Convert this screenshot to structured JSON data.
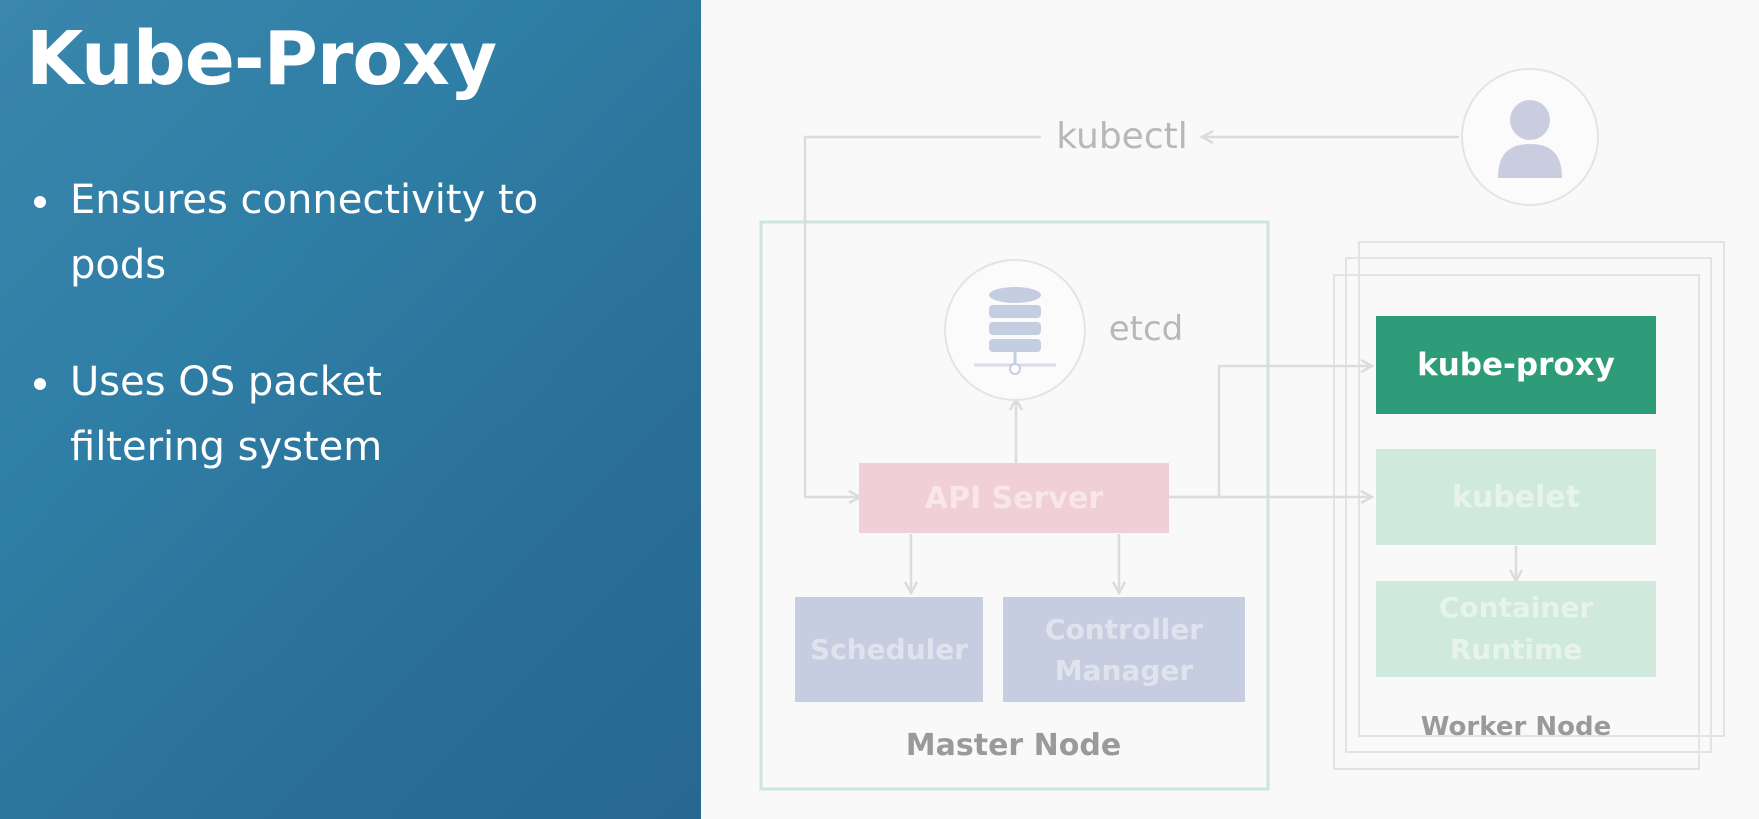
{
  "slide": {
    "title": "Kube-Proxy",
    "bullets": [
      "Ensures connectivity to pods",
      "Uses OS packet filtering system"
    ]
  },
  "diagram": {
    "kubectl_label": "kubectl",
    "etcd_label": "etcd",
    "master_node": {
      "label": "Master Node",
      "api_server": "API Server",
      "scheduler": "Scheduler",
      "controller_manager": "Controller Manager"
    },
    "worker_node": {
      "label": "Worker Node",
      "kube_proxy": "kube-proxy",
      "kubelet": "kubelet",
      "container_runtime": "Container Runtime"
    },
    "icons": [
      "user-icon",
      "database-icon"
    ],
    "colors": {
      "kube_proxy": "#2e9c78",
      "api_server": "#f1cfd6",
      "scheduler": "#c7cde0",
      "kubelet": "#cfe9dd",
      "master_border": "#c9e3e0",
      "left_panel": "#2f7ea5"
    }
  }
}
